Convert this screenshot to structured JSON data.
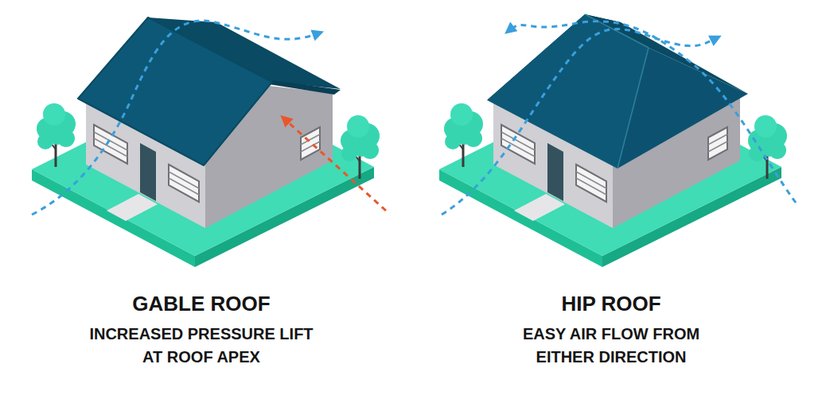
{
  "diagram": {
    "labels": [
      "GABLE ROOF",
      "INCREASED PRESSURE LIFT AT ROOF APEX",
      "HIP ROOF",
      "EASY AIR FLOW FROM EITHER DIRECTION"
    ]
  }
}
